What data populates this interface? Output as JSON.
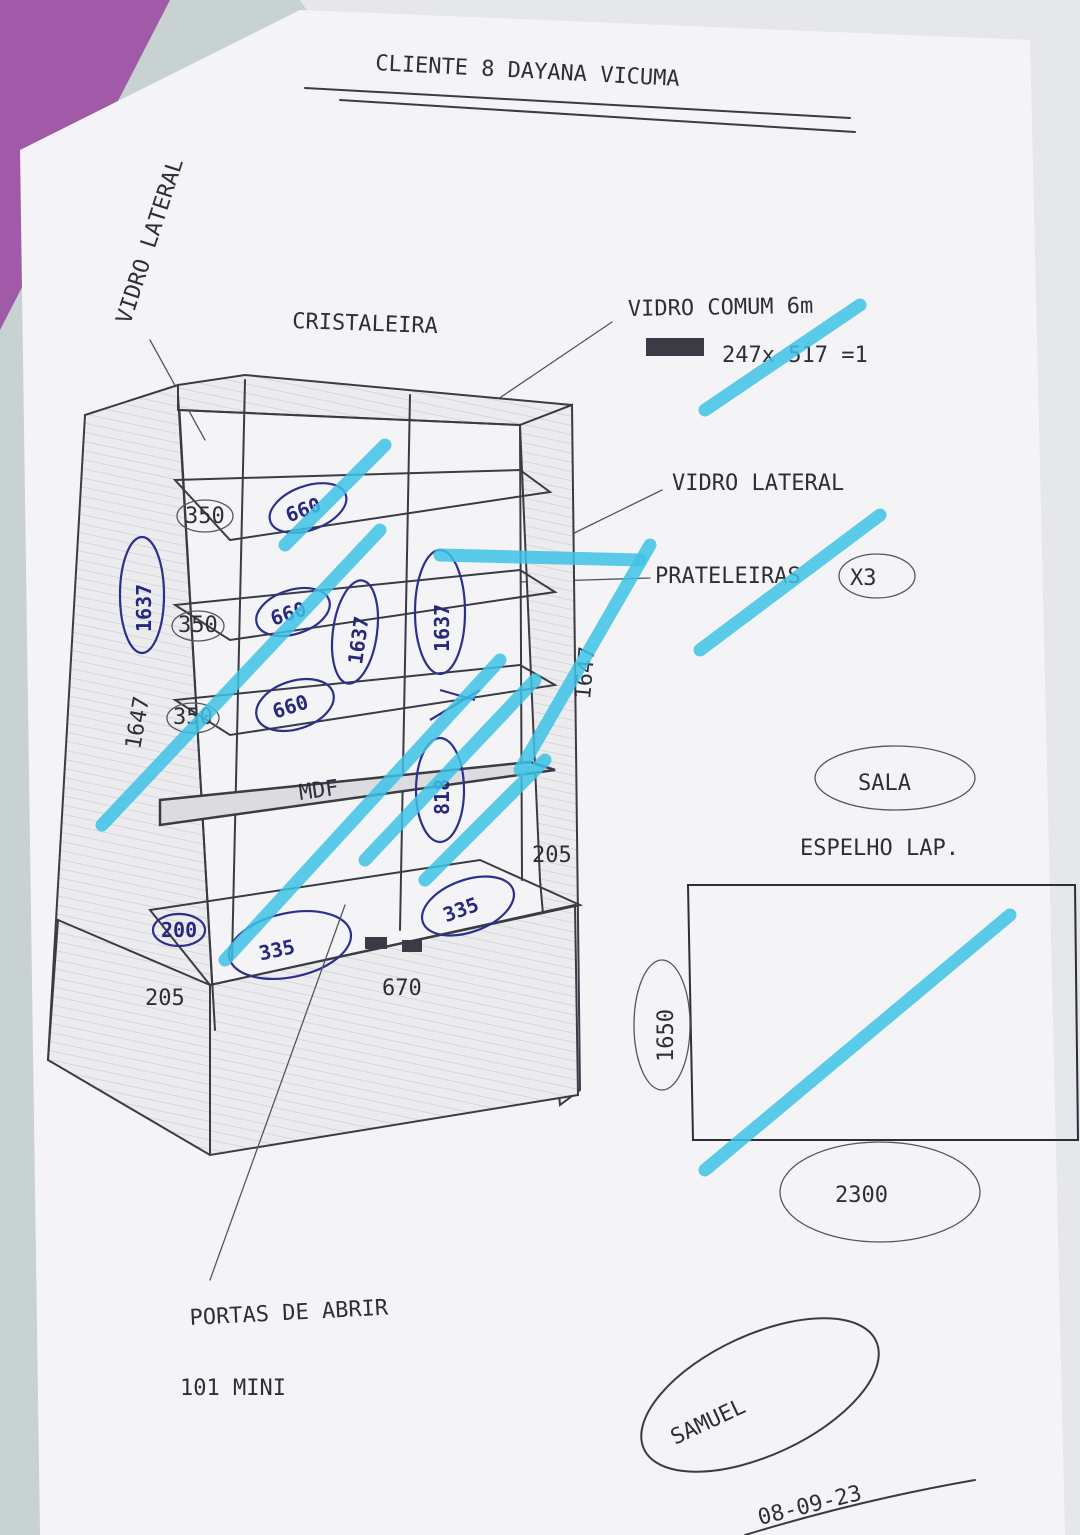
{
  "header": {
    "client_line": "CLIENTE 8 DAYANA VICUMA"
  },
  "labels": {
    "product": "CRISTALEIRA",
    "side_glass_top": "VIDRO LATERAL",
    "common_glass": "VIDRO COMUM 6m",
    "common_glass_dims": "247x 517 =1",
    "side_glass": "VIDRO LATERAL",
    "shelves": "PRATELEIRAS",
    "shelves_qty": "X3",
    "mdf": "MDF",
    "doors_line1": "PORTAS DE ABRIR",
    "doors_line2": "101 MINI",
    "room": "SALA",
    "mirror": "ESPELHO LAP."
  },
  "dimensions": {
    "shelf_depth_1": "350",
    "shelf_depth_2": "350",
    "shelf_depth_3": "350",
    "shelf_width_1": "660",
    "shelf_width_2": "660",
    "shelf_width_3": "660",
    "side_height_left": "1647",
    "side_height_right": "1647",
    "glass_height_left": "1637",
    "glass_height_mid": "1637",
    "glass_height_right": "1637",
    "mid_glass": "818",
    "base_depth_circle": "200",
    "base_depth_left": "205",
    "base_depth_right": "205",
    "door_left": "335",
    "door_right": "335",
    "total_width": "670",
    "mirror_height": "1650",
    "mirror_width": "2300"
  },
  "signature": {
    "name": "SAMUEL",
    "date": "08-09-23"
  },
  "colors": {
    "paper": "#f4f4f6",
    "pen": "#3b3b46",
    "blue_pen": "#2d2f8c",
    "highlighter": "#3ec2e6"
  }
}
